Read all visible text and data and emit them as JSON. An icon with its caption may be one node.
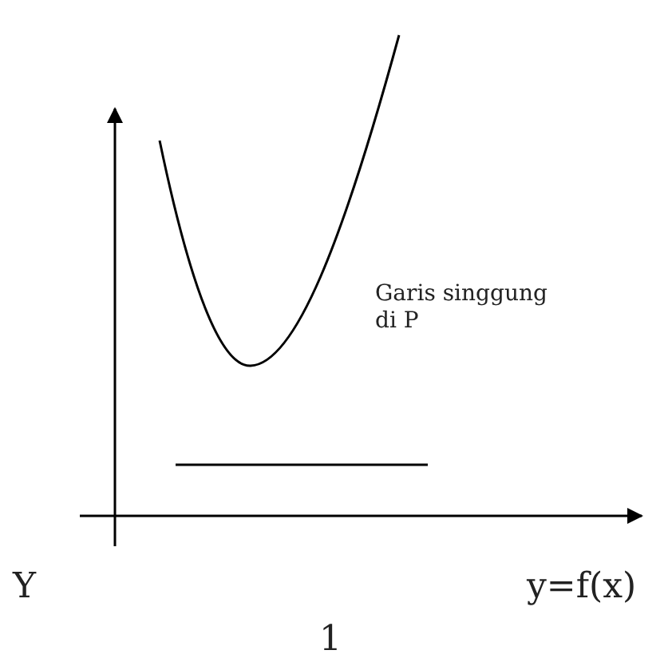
{
  "diagram": {
    "labels": [
      "Garis singgung di P",
      "Y",
      "y=f(x)",
      "1"
    ]
  }
}
